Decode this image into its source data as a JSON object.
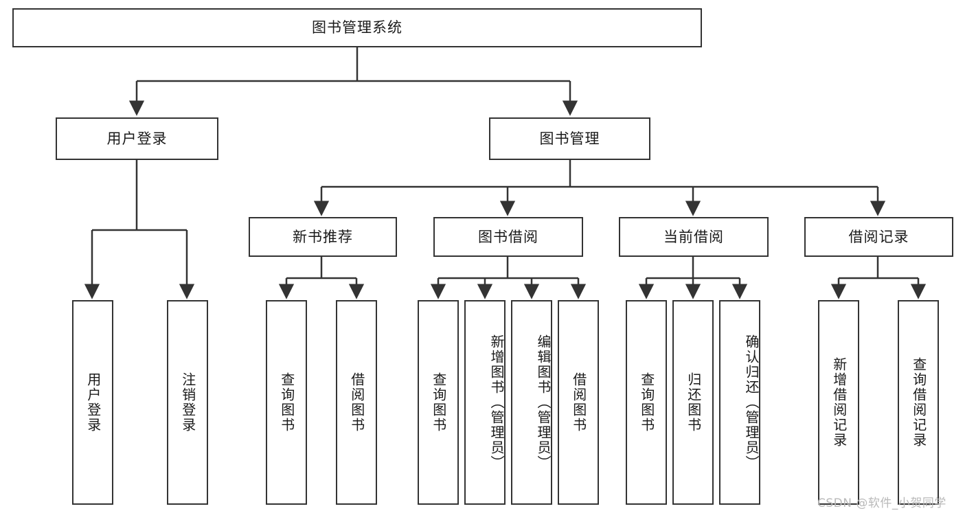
{
  "diagram": {
    "type": "tree-hierarchy-chart",
    "title": "图书管理系统",
    "root": {
      "id": "root",
      "label": "图书管理系统"
    },
    "level2": [
      {
        "id": "user-login",
        "label": "用户登录"
      },
      {
        "id": "book-manage",
        "label": "图书管理"
      }
    ],
    "level3": [
      {
        "id": "new-book-recommend",
        "label": "新书推荐"
      },
      {
        "id": "book-borrow",
        "label": "图书借阅"
      },
      {
        "id": "current-borrow",
        "label": "当前借阅"
      },
      {
        "id": "borrow-record",
        "label": "借阅记录"
      }
    ],
    "leaves": {
      "user_login": [
        {
          "id": "leaf-user-login",
          "label": "用户登录"
        },
        {
          "id": "leaf-logout-login",
          "label": "注销登录"
        }
      ],
      "new_book_recommend": [
        {
          "id": "leaf-query-book-1",
          "label": "查询图书"
        },
        {
          "id": "leaf-borrow-book-1",
          "label": "借阅图书"
        }
      ],
      "book_borrow": [
        {
          "id": "leaf-query-book-2",
          "label": "查询图书"
        },
        {
          "id": "leaf-add-book",
          "label": "新增图书（管理员）"
        },
        {
          "id": "leaf-edit-book",
          "label": "编辑图书（管理员）"
        },
        {
          "id": "leaf-borrow-book-2",
          "label": "借阅图书"
        }
      ],
      "current_borrow": [
        {
          "id": "leaf-query-book-3",
          "label": "查询图书"
        },
        {
          "id": "leaf-return-book",
          "label": "归还图书"
        },
        {
          "id": "leaf-confirm-return",
          "label": "确认归还（管理员）"
        }
      ],
      "borrow_record": [
        {
          "id": "leaf-add-record",
          "label": "新增借阅记录"
        },
        {
          "id": "leaf-query-record",
          "label": "查询借阅记录"
        }
      ]
    }
  },
  "watermark": {
    "text": "CSDN @软件_小贺同学"
  },
  "colors": {
    "border": "#333333",
    "background": "#ffffff",
    "text": "#1a1a1a",
    "watermark": "#b9b9b9"
  }
}
